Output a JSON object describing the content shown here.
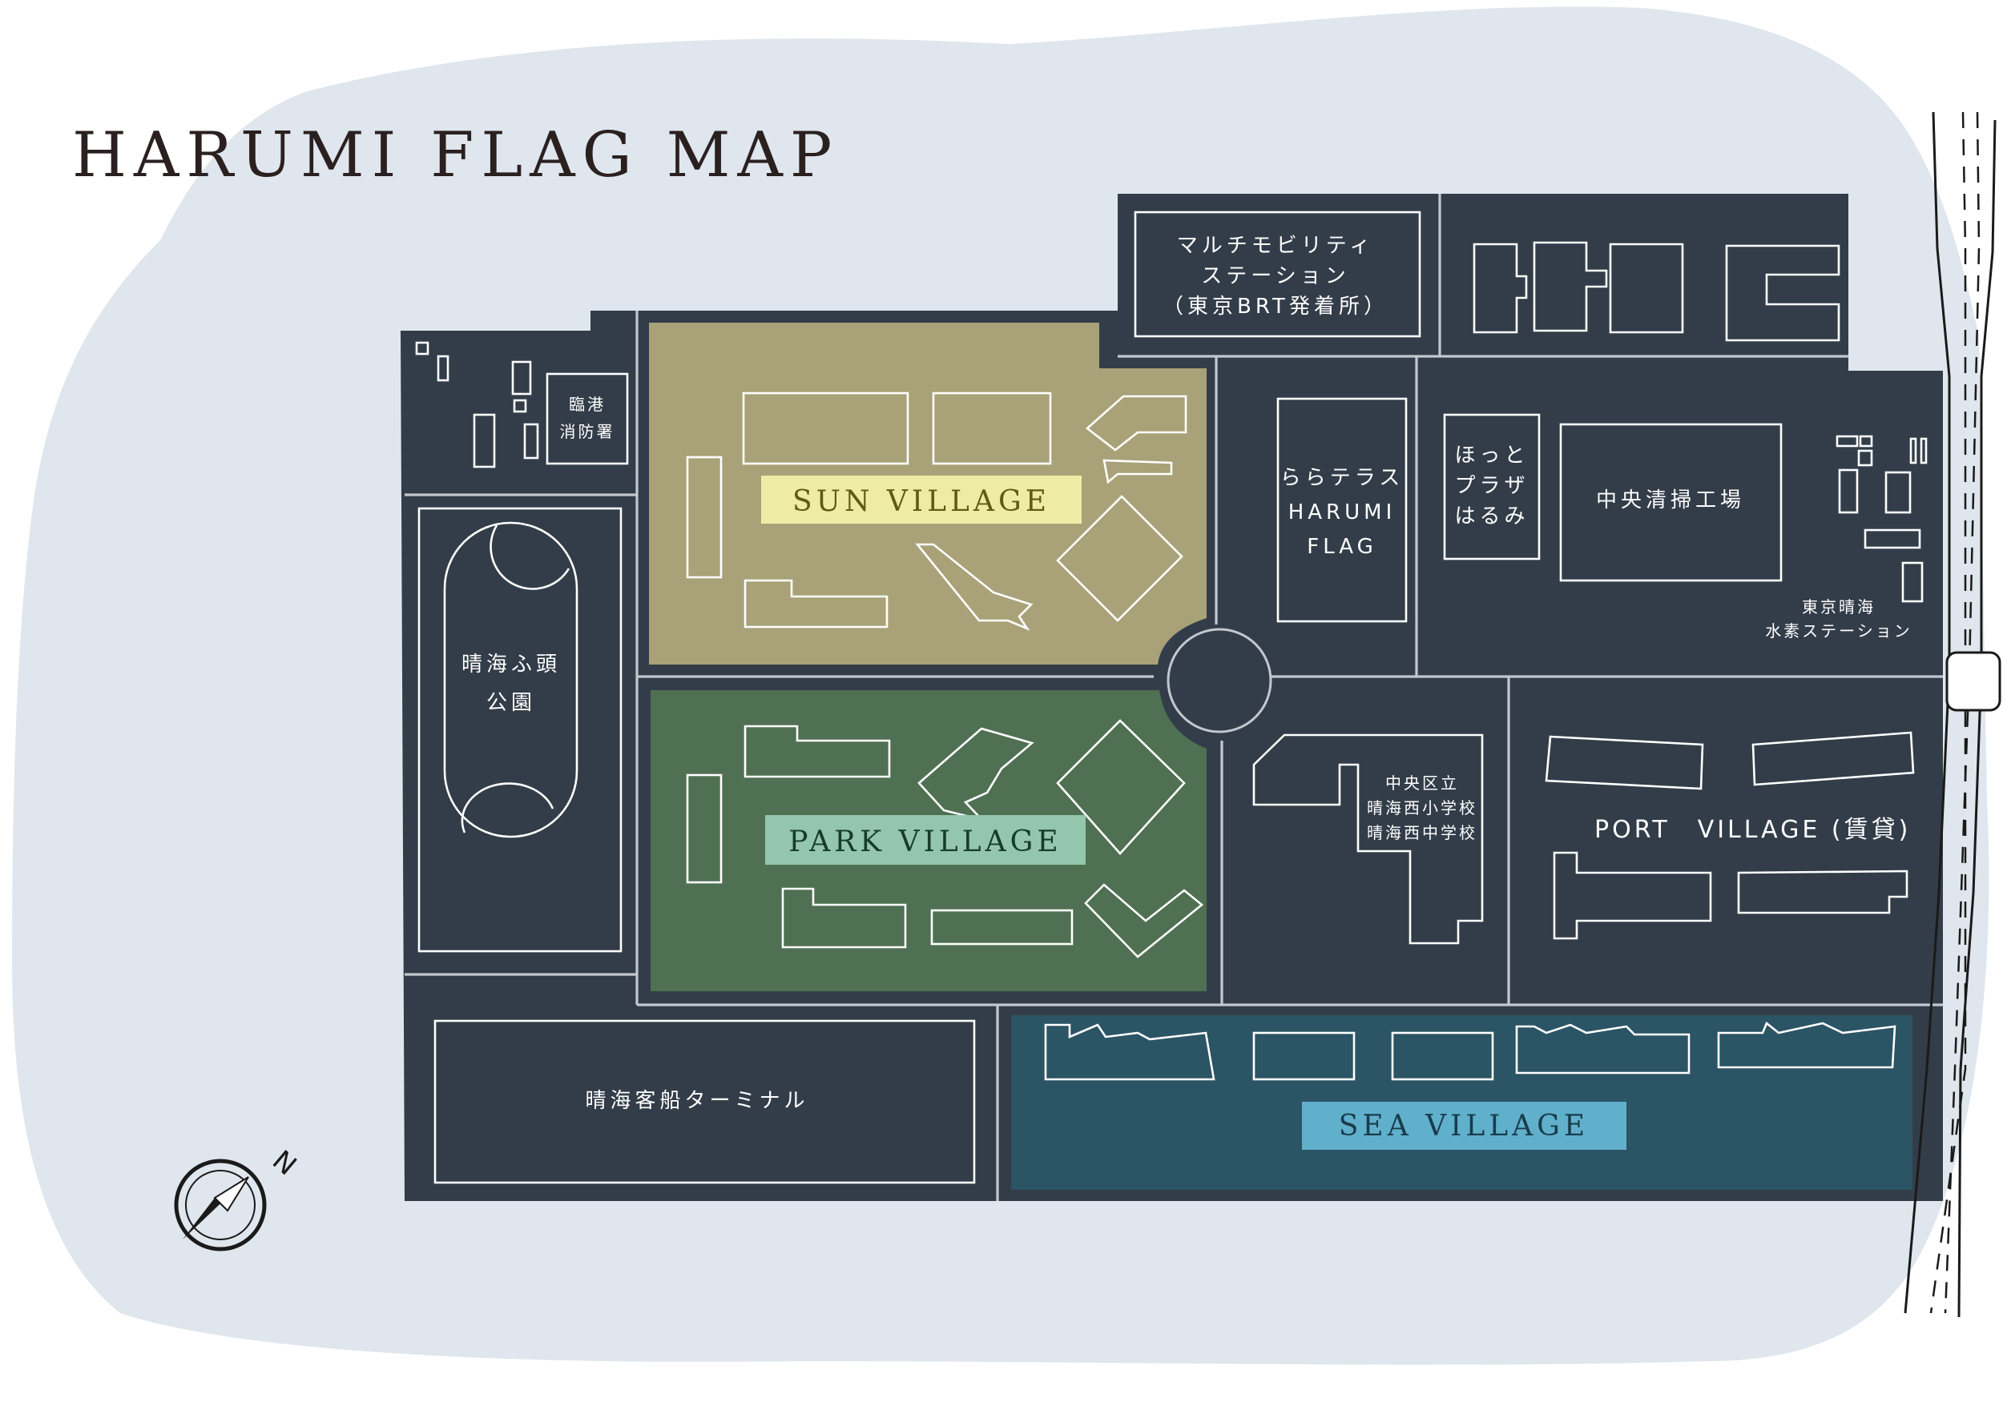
{
  "title": "HARUMI FLAG MAP",
  "colors": {
    "water": "#dfe6ed",
    "land": "#333d49",
    "sun_village": "#a9a278",
    "sun_label_bg": "#eeeba6",
    "sun_label_text": "#5f5a16",
    "park_village": "#4f7052",
    "park_label_bg": "#93c6ac",
    "park_label_text": "#163c28",
    "sea_village": "#2b5465",
    "sea_label_bg": "#60b0cc",
    "sea_label_text": "#193c4c",
    "lines": "#ffffff"
  },
  "villages": {
    "sun": "SUN VILLAGE",
    "park": "PARK VILLAGE",
    "sea": "SEA VILLAGE",
    "port": "PORT　VILLAGE (賃貸)"
  },
  "facilities": {
    "mobility": [
      "マルチモビリティ",
      "ステーション",
      "（東京BRT発着所）"
    ],
    "fire_station": [
      "臨港",
      "消防署"
    ],
    "lalaterrace": [
      "ららテラス",
      "HARUMI",
      "FLAG"
    ],
    "hotto_plaza": [
      "ほっと",
      "プラザ",
      "はるみ"
    ],
    "cleaning_plant": "中央清掃工場",
    "hydrogen_station": [
      "東京晴海",
      "水素ステーション"
    ],
    "park": [
      "晴海ふ頭",
      "公園"
    ],
    "school": [
      "中央区立",
      "晴海西小学校",
      "晴海西中学校"
    ],
    "terminal": "晴海客船ターミナル"
  },
  "compass": {
    "icon": "compass-icon",
    "north_label": "N"
  }
}
